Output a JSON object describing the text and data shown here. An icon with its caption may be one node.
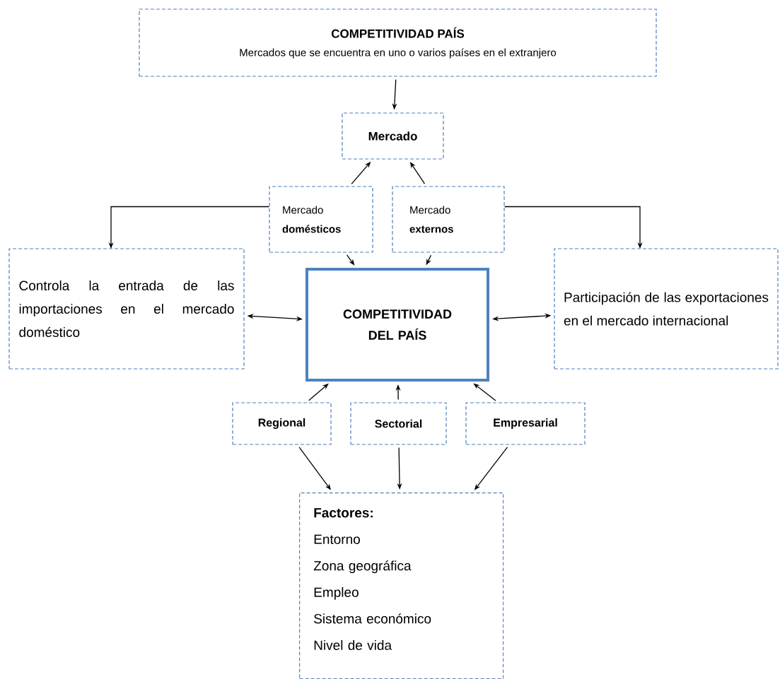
{
  "diagram": {
    "nodes": [
      {
        "text": [
          "COMPETITIVIDAD PAÍS",
          "Mercados que se encuentra en uno o varios países en el extranjero"
        ]
      },
      {
        "text": [
          "Mercado"
        ]
      },
      {
        "text": [
          "Mercado **domésticos**"
        ]
      },
      {
        "text": [
          "Mercado **externos**"
        ]
      },
      {
        "text": [
          "Controla la entrada de las importaciones en el mercado doméstico"
        ]
      },
      {
        "text": [
          "COMPETITIVIDAD DEL PAÍS"
        ]
      },
      {
        "text": [
          "Participación de las exportaciones en el mercado internacional"
        ]
      },
      {
        "text": [
          "Regional"
        ]
      },
      {
        "text": [
          "Sectorial"
        ]
      },
      {
        "text": [
          "Empresarial"
        ]
      },
      {
        "text": [
          "Factores:",
          "Entorno",
          "Zona geográfica",
          "Empleo",
          "Sistema económico",
          "Nivel de vida"
        ]
      }
    ],
    "edges": [
      {
        "from": 0,
        "to": 1,
        "arrow": "to"
      },
      {
        "from": 2,
        "to": 1,
        "arrow": "to"
      },
      {
        "from": 3,
        "to": 1,
        "arrow": "to"
      },
      {
        "from": 2,
        "to": 4,
        "arrow": "to"
      },
      {
        "from": 3,
        "to": 6,
        "arrow": "to"
      },
      {
        "from": 2,
        "to": 5,
        "arrow": "to"
      },
      {
        "from": 3,
        "to": 5,
        "arrow": "to"
      },
      {
        "from": 4,
        "to": 5,
        "arrow": "both"
      },
      {
        "from": 5,
        "to": 6,
        "arrow": "both"
      },
      {
        "from": 7,
        "to": 5,
        "arrow": "to"
      },
      {
        "from": 8,
        "to": 5,
        "arrow": "to"
      },
      {
        "from": 9,
        "to": 5,
        "arrow": "to"
      },
      {
        "from": 7,
        "to": 10,
        "arrow": "to"
      },
      {
        "from": 8,
        "to": 10,
        "arrow": "to"
      },
      {
        "from": 9,
        "to": 10,
        "arrow": "to"
      }
    ]
  }
}
